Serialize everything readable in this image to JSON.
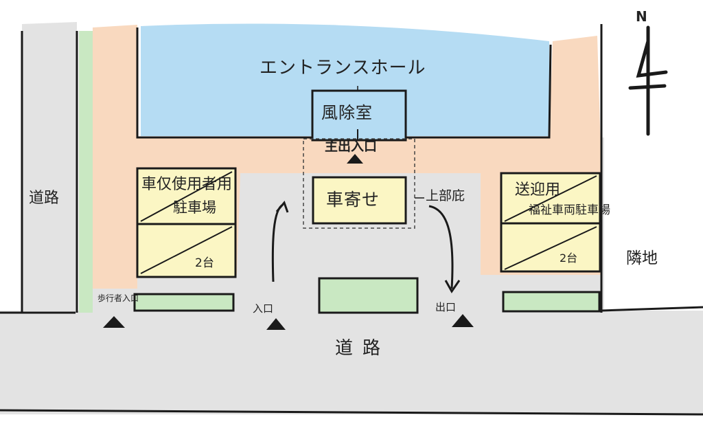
{
  "labels": {
    "entrance_hall": "エントランスホール",
    "windbreak_room": "風除室",
    "main_entrance": "主出入口",
    "porte_cochere": "車寄せ",
    "upper_floor": "上部庇",
    "wheelchair_parking_line1": "車仅使用者用",
    "wheelchair_parking_line2": "駐車場",
    "wheelchair_parking_count": "2台",
    "pickup_parking_line1": "送迎用",
    "pickup_parking_line2": "福祉車両駐車場",
    "pickup_parking_count": "2台",
    "road_left": "道路",
    "road_bottom": "道路",
    "neighbor_land": "隣地",
    "pedestrian_entrance": "歩行者入口",
    "car_entrance": "入口",
    "car_exit": "出口",
    "north": "N"
  },
  "colors": {
    "road": "#e3e3e3",
    "hall": "#b5dcf3",
    "walkway": "#f9d9bf",
    "parking": "#fbf6c4",
    "green": "#c9e8c2",
    "ink": "#1a1a1a"
  }
}
